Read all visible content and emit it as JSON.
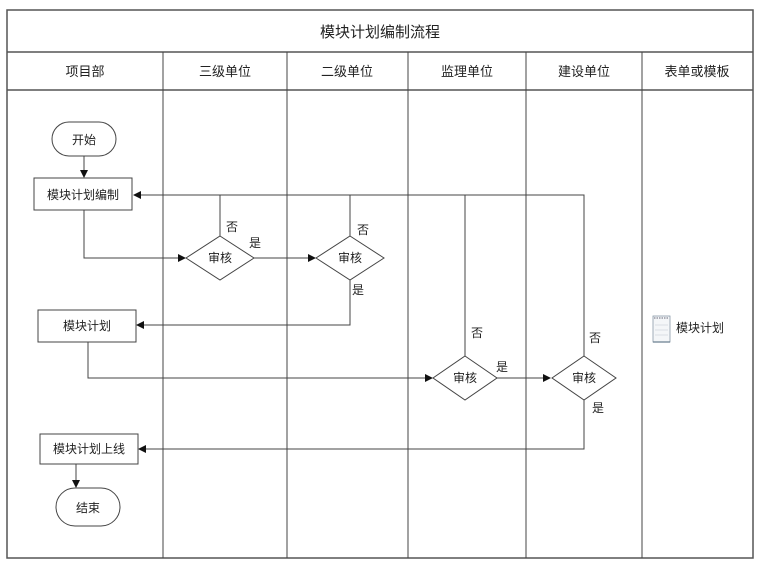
{
  "title": "模块计划编制流程",
  "lanes": [
    "项目部",
    "三级单位",
    "二级单位",
    "监理单位",
    "建设单位",
    "表单或模板"
  ],
  "nodes": {
    "start": "开始",
    "compile": "模块计划编制",
    "review1": "审核",
    "review2": "审核",
    "plan": "模块计划",
    "review3": "审核",
    "review4": "审核",
    "online": "模块计划上线",
    "end": "结束"
  },
  "labels": {
    "no": "否",
    "yes": "是"
  },
  "template_doc": {
    "icon": "document-icon",
    "label": "模块计划"
  }
}
